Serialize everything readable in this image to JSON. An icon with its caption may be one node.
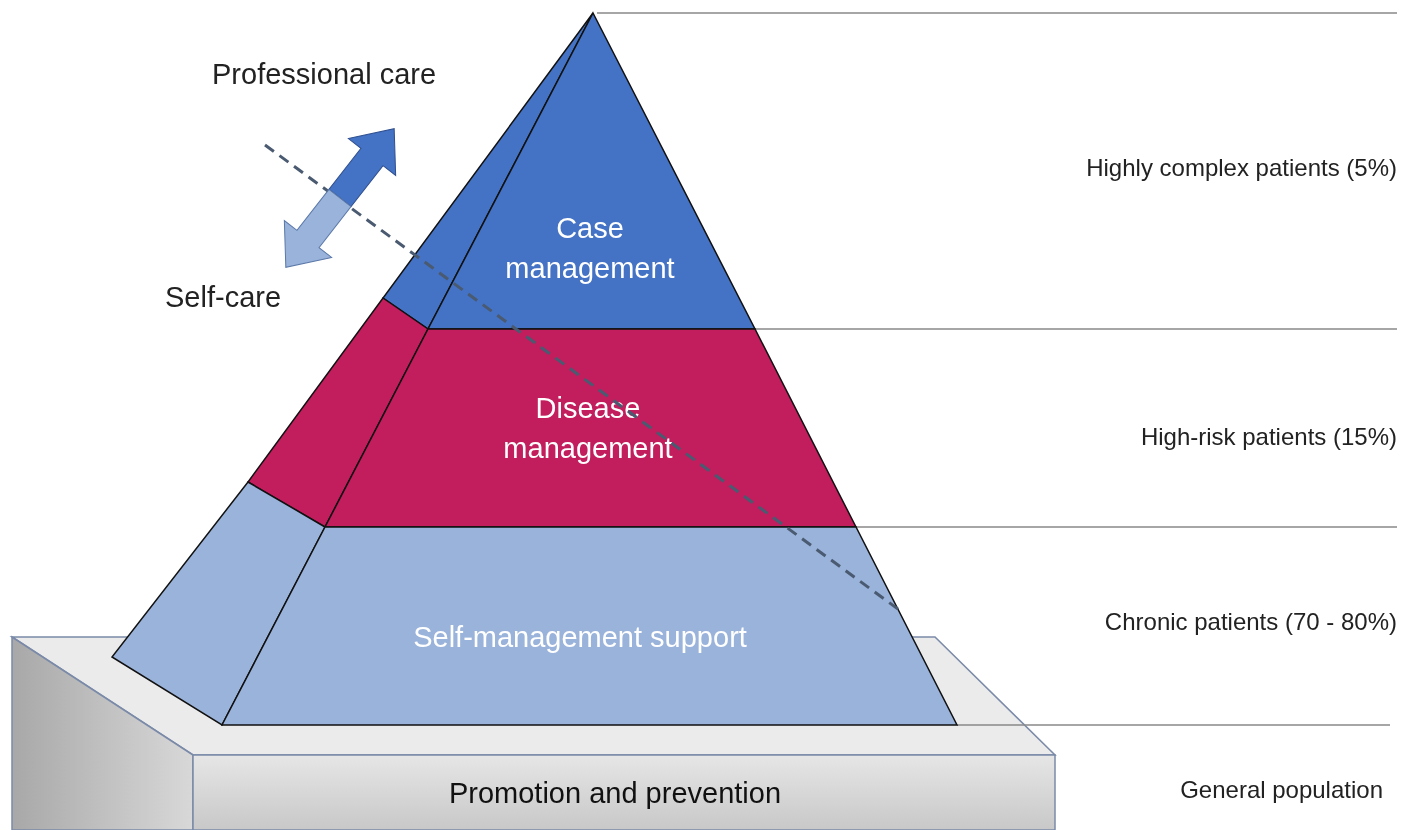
{
  "diagram": {
    "nodes": [
      {
        "text": [
          "Case management"
        ]
      },
      {
        "text": [
          "Disease management"
        ]
      },
      {
        "text": [
          "Self-management support"
        ]
      },
      {
        "text": [
          "Promotion and prevention"
        ]
      }
    ],
    "labels": [
      "Professional care",
      "Self-care",
      "Highly complex patients (5%)",
      "High-risk patients (15%)",
      "Chronic patients (70 - 80%)",
      "General population"
    ]
  }
}
